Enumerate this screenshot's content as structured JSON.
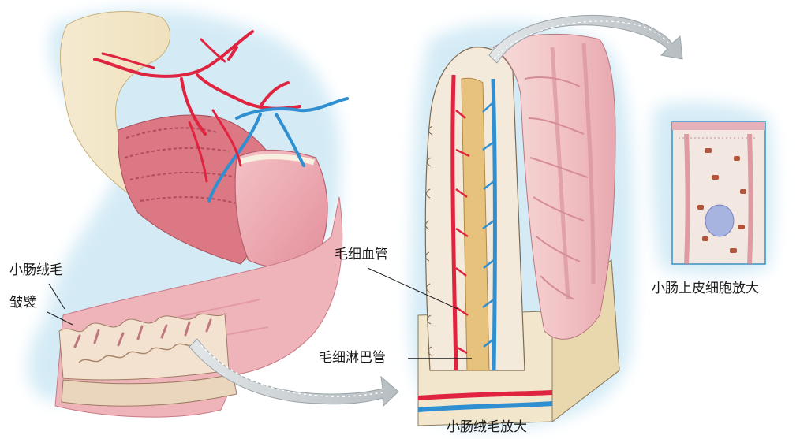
{
  "labels": {
    "villi": "小肠绒毛",
    "folds": "皱襞",
    "capillary": "毛细血管",
    "lymph_capillary": "毛细淋巴管",
    "villus_enlarged": "小肠绒毛放大",
    "epithelial_enlarged": "小肠上皮细胞放大"
  },
  "colors": {
    "glow": "#cde6f3",
    "intestine_outer": "#f1e3c4",
    "intestine_pink": "#e9a0a8",
    "mucosa": "#f0b8bf",
    "muscle_band": "#d96c7c",
    "artery": "#e0243f",
    "vein": "#2f8fd0",
    "lacteal": "#e8c784",
    "arrow": "#bcc3c7"
  }
}
